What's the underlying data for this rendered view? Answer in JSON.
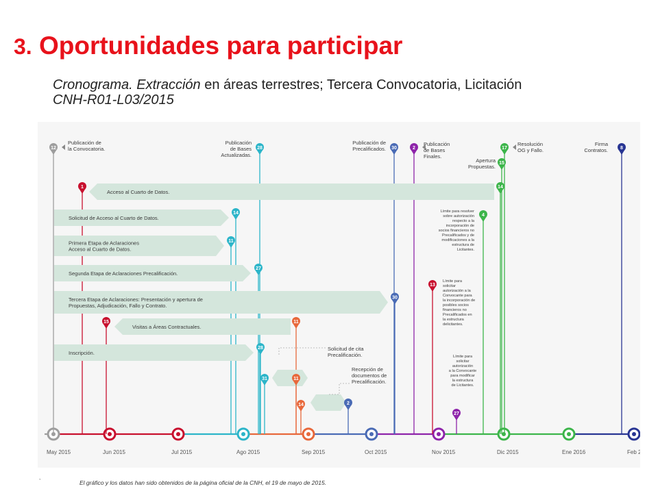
{
  "slide": {
    "title_number": "3.",
    "title_text": "Oportunidades para participar",
    "subtitle_italic": "Cronograma. Extracción",
    "subtitle_normal": "en áreas terrestres; Tercera Convocatoria, Licitación",
    "subtitle_line2": "CNH-R01-L03/2015",
    "footnote": "El gráfico y los datos han sido obtenidos de la página oficial de la CNH,  el 19 de mayo de 2015.",
    "tick_mark": ","
  },
  "months": [
    {
      "label": "May 2015",
      "x": 0
    },
    {
      "label": "Jun 2015",
      "x": 1
    },
    {
      "label": "Jul 2015",
      "x": 2
    },
    {
      "label": "Ago 2015",
      "x": 3
    },
    {
      "label": "Sep 2015",
      "x": 4
    },
    {
      "label": "Oct 2015",
      "x": 5
    },
    {
      "label": "Nov 2015",
      "x": 6
    },
    {
      "label": "Dic 2015",
      "x": 7
    },
    {
      "label": "Ene 2016",
      "x": 8
    },
    {
      "label": "Feb 2016",
      "x": 9
    }
  ],
  "colors": {
    "gray": "#9e9e9e",
    "red": "#c8102e",
    "cyan": "#2cb5c9",
    "orange": "#e8683b",
    "blue": "#4a6bb5",
    "purple": "#8e24aa",
    "green": "#3cb54a",
    "navy": "#283593",
    "arrow": "#d4e6dc"
  },
  "top_events": [
    {
      "day": "12",
      "color": "gray",
      "label": [
        "Publicación de",
        "la Convocatoria."
      ]
    },
    {
      "day": "28",
      "color": "cyan",
      "label": [
        "Publicación",
        "de Bases",
        "Actualizadas."
      ]
    },
    {
      "day": "30",
      "color": "blue",
      "label": [
        "Publicación de",
        "Precalificados."
      ]
    },
    {
      "day": "2",
      "color": "purple",
      "label": [
        "Publicación",
        "de Bases",
        "Finales."
      ]
    },
    {
      "day": "17",
      "color": "green",
      "label": [
        "Resolución",
        "OG y Fallo."
      ]
    },
    {
      "day": "15",
      "color": "green",
      "label": [
        "Apertura",
        "Propuestas."
      ]
    },
    {
      "day": "8",
      "color": "navy",
      "label": [
        "Firma",
        "Contratos."
      ]
    }
  ],
  "bars": [
    {
      "start": "1",
      "end": "14",
      "label": [
        "Acceso al Cuarto de Datos."
      ]
    },
    {
      "end": "14",
      "label": [
        "Solicitud de Acceso al Cuarto de Datos."
      ]
    },
    {
      "end": "11",
      "label": [
        "Primera Etapa de Aclaraciones",
        "Acceso al Cuarto de Datos."
      ]
    },
    {
      "end": "27",
      "label": [
        "Segunda Etapa de Aclaraciones Precalificación."
      ]
    },
    {
      "end": "30",
      "label": [
        "Tercera Etapa de Aclaraciones: Presentación y apertura de",
        "Propuestas, Adjudicación, Fallo y Contrato."
      ]
    },
    {
      "start": "15",
      "end": "11",
      "label": [
        "Visitas a Áreas Contractuales."
      ]
    },
    {
      "end": "28",
      "label": [
        "Inscripción."
      ]
    }
  ],
  "small_events": [
    {
      "day": "31",
      "label": [
        "Solicitud de cita",
        "Precalificación."
      ]
    },
    {
      "day": "11",
      "label": []
    },
    {
      "day": "14",
      "label": []
    },
    {
      "day": "2",
      "label": [
        "Recepción de",
        "documentos de",
        "Precalificación."
      ]
    }
  ],
  "side_notes": [
    {
      "day": "4",
      "label": [
        "Límite para resolver",
        "sobre autorización",
        "respecto a la",
        "incorporación de",
        "socios financieros no",
        "Precalificados y de",
        "modificaciones a la",
        "estructura de",
        "Licitantes."
      ]
    },
    {
      "day": "13",
      "label": [
        "Límite para",
        "solicitar",
        "autorización a la",
        "Convocante para",
        "la incorporación de",
        "posibles socios",
        "financieros no",
        "Precalificados en",
        "la estructura",
        "delicitantes."
      ]
    },
    {
      "day": "27",
      "label": [
        "Límite para",
        "solicitar",
        "autorización",
        "a la Convocante",
        "para modificar",
        "la estructura",
        "de Licitantes."
      ]
    }
  ]
}
